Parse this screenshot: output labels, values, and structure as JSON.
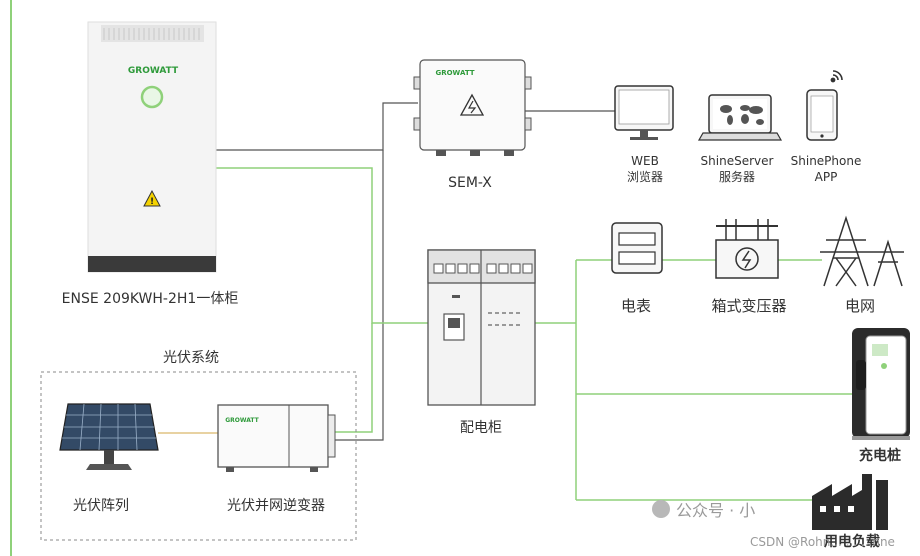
{
  "colors": {
    "green_line": "#8fd17a",
    "gray_line": "#555555",
    "brand_green": "#2e9a3a",
    "cabinet_dark": "#3a3a3a",
    "warning_yellow": "#f4d200",
    "solar_blue": "#334a66",
    "watermark": "#9a9a9a"
  },
  "cabinet": {
    "brand": "GROWATT",
    "label": "ENSE 209KWH-2H1一体柜"
  },
  "sem": {
    "brand": "GROWATT",
    "label": "SEM-X"
  },
  "web": {
    "line1": "WEB",
    "line2": "浏览器"
  },
  "server": {
    "line1": "ShineServer",
    "line2": "服务器"
  },
  "phone": {
    "line1": "ShinePhone",
    "line2": "APP"
  },
  "meter": {
    "label": "电表"
  },
  "transformer": {
    "label": "箱式变压器"
  },
  "grid": {
    "label": "电网"
  },
  "distribution": {
    "label": "配电柜"
  },
  "charger": {
    "label": "充电桩"
  },
  "load": {
    "label": "用电负载"
  },
  "pv_system": {
    "title": "光伏系统"
  },
  "pv_array": {
    "label": "光伏阵列"
  },
  "inverter": {
    "brand": "GROWATT",
    "label": "光伏并网逆变器"
  },
  "watermark": {
    "wechat": "公众号 · 小 ",
    "csdn": "CSDN @Rohn... ... ...nne"
  }
}
